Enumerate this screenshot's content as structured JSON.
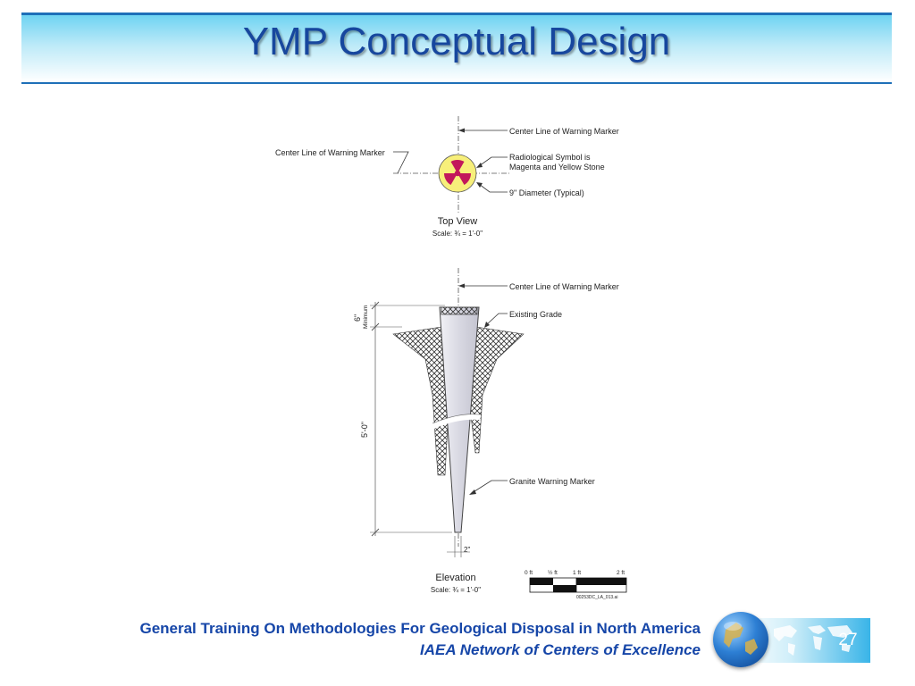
{
  "slide": {
    "title": "YMP Conceptual Design",
    "page_number": "27"
  },
  "diagram": {
    "top_view": {
      "label_centerline_top": "Center Line of Warning Marker",
      "label_centerline_left": "Center Line of Warning Marker",
      "label_symbol_line1": "Radiological Symbol is",
      "label_symbol_line2": "Magenta and Yellow Stone",
      "label_diameter": "9\" Diameter (Typical)",
      "view_title": "Top View",
      "scale": "Scale: ¾ = 1'-0\""
    },
    "elevation": {
      "label_centerline": "Center Line of Warning Marker",
      "label_grade": "Existing Grade",
      "label_marker": "Granite Warning Marker",
      "dim_top": "6\"",
      "dim_top_note": "Minimum",
      "dim_height": "5'-0\"",
      "dim_bottom": "2\"",
      "view_title": "Elevation",
      "scale": "Scale: ¾ = 1'-0\""
    },
    "scale_bar": {
      "label_0": "0 ft",
      "label_half": "½ ft",
      "label_1": "1 ft",
      "label_2": "2 ft",
      "file_id": "00253DC_LA_013.ai"
    },
    "colors": {
      "symbol_magenta": "#c2185b",
      "symbol_yellow": "#f7ef7a"
    }
  },
  "footer": {
    "line1": "General Training On Methodologies For Geological Disposal in North America",
    "line2": "IAEA Network of Centers of Excellence"
  }
}
